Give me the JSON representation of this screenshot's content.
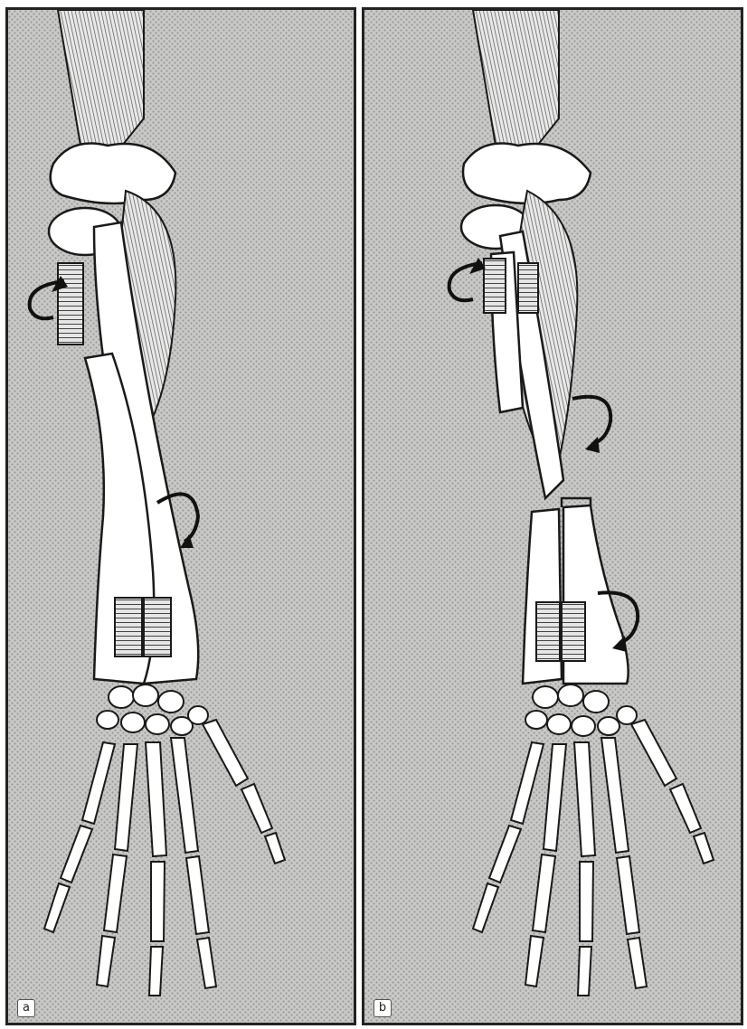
{
  "figure": {
    "panels": [
      {
        "id": "a",
        "label": "a",
        "shows": [
          "muscle-origin",
          "radius-ulna-crossed",
          "rotation-arrow-proximal",
          "rotation-arrow-mid",
          "plates"
        ]
      },
      {
        "id": "b",
        "label": "b",
        "shows": [
          "muscle-origin",
          "radius-ulna-osteotomy",
          "rotation-arrow-proximal",
          "rotation-arrow-mid",
          "rotation-arrow-distal",
          "plates"
        ]
      }
    ],
    "colors": {
      "background": "#c8c8c6",
      "bone": "#ffffff",
      "outline": "#1a1a1a",
      "muscle": "#6a6a6a",
      "frame": "#222222"
    },
    "icons": [
      "curved-arrow-icon",
      "bone-plate-icon",
      "hand-skeleton-icon"
    ]
  }
}
